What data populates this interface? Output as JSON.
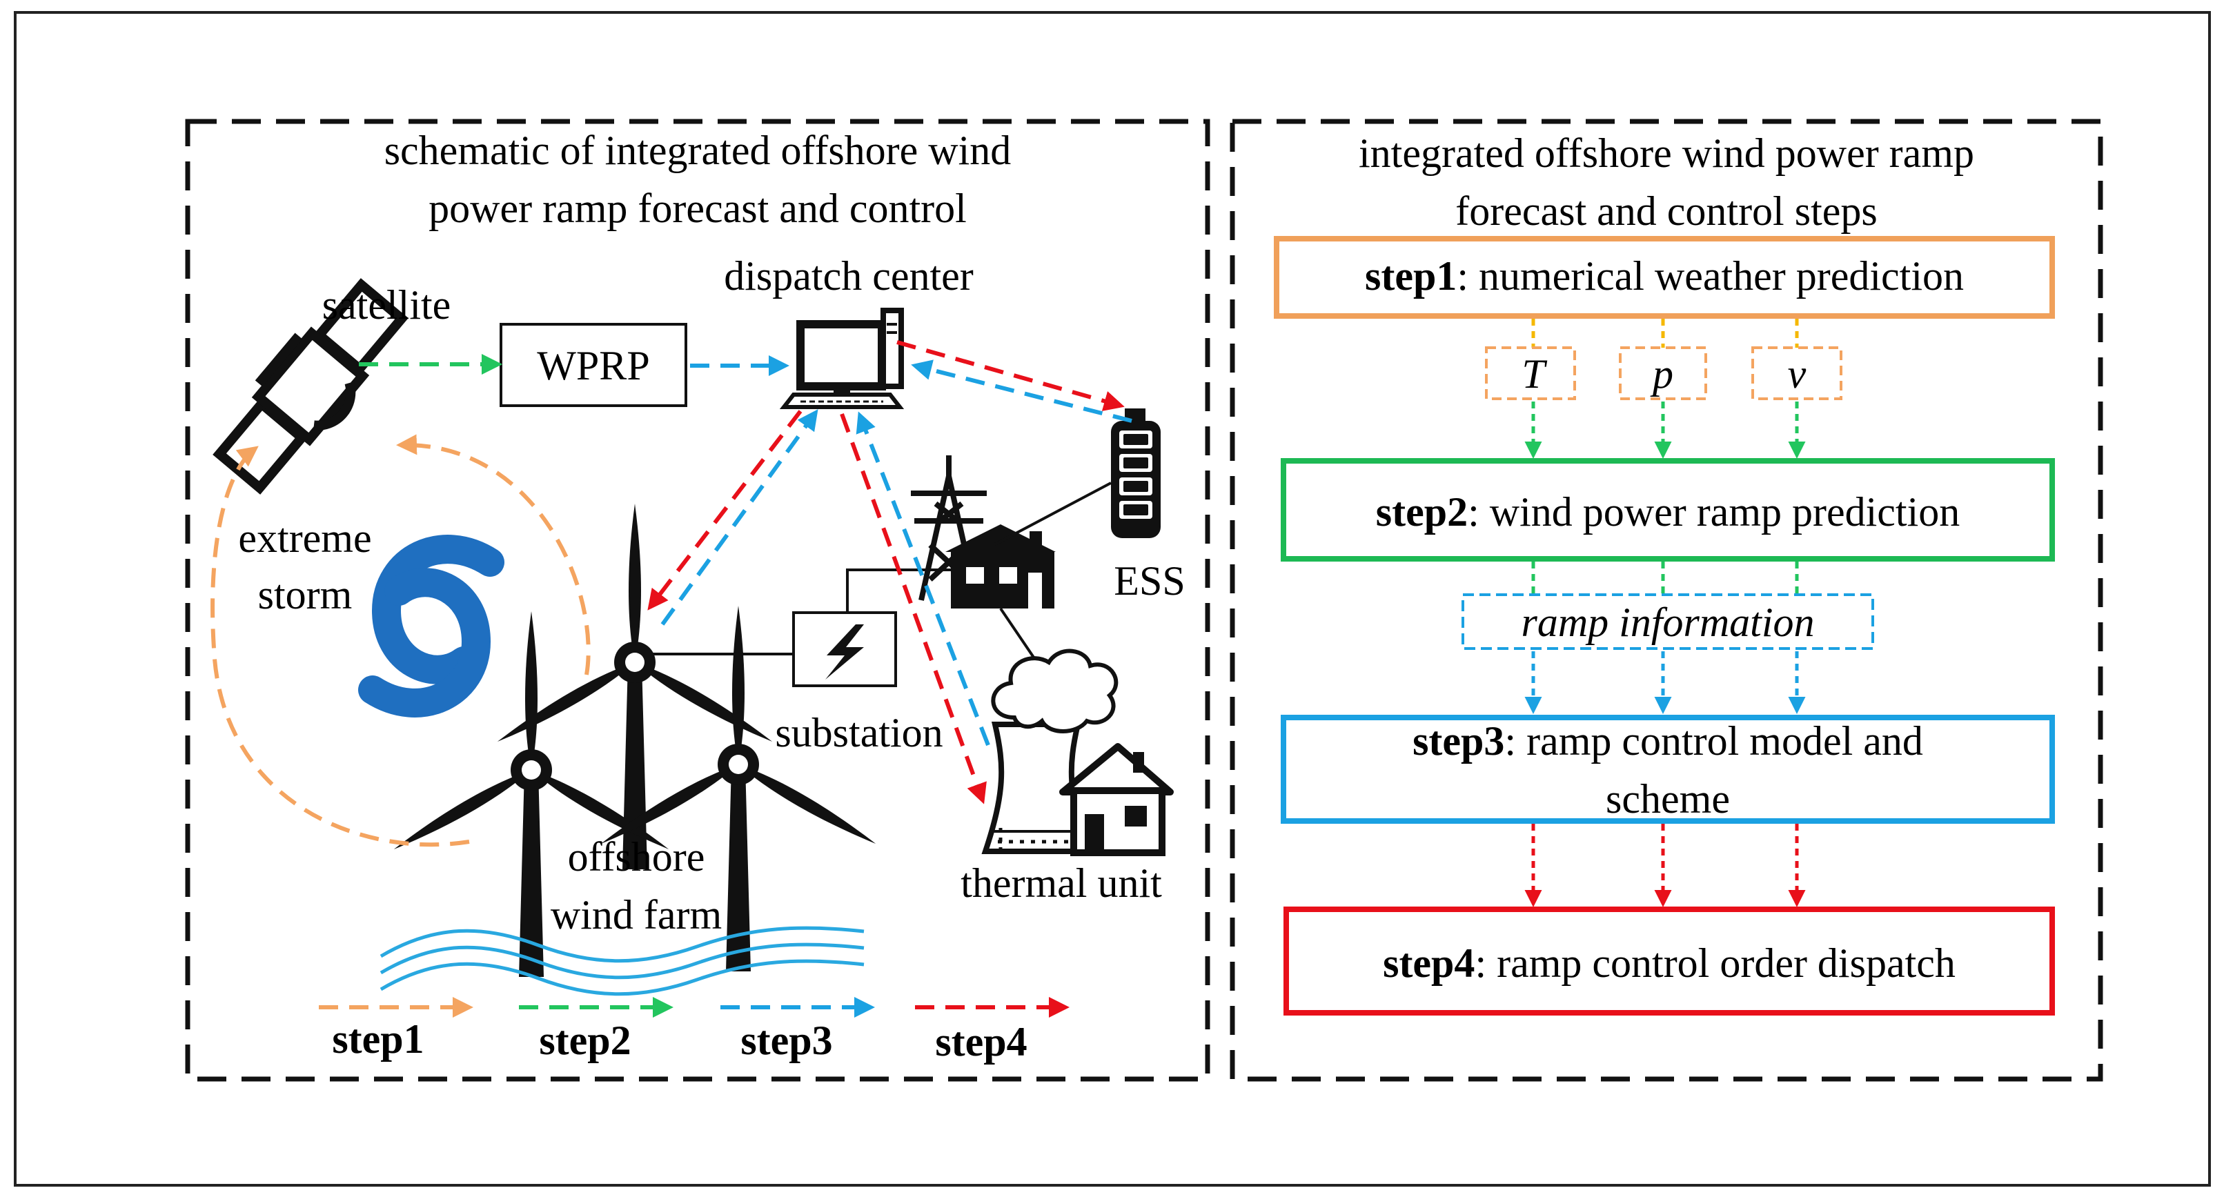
{
  "left_panel": {
    "title_line1": "schematic of integrated offshore wind",
    "title_line2": "power ramp forecast and control",
    "labels": {
      "satellite": "satellite",
      "wprp": "WPRP",
      "dispatch_center": "dispatch center",
      "ess": "ESS",
      "extreme_line1": "extreme",
      "extreme_line2": "storm",
      "substation": "substation",
      "offshore_line1": "offshore",
      "offshore_line2": "wind farm",
      "thermal_unit": "thermal unit"
    },
    "legend": [
      {
        "label": "step1",
        "color": "#f4a460"
      },
      {
        "label": "step2",
        "color": "#22c55e"
      },
      {
        "label": "step3",
        "color": "#1ba1e2"
      },
      {
        "label": "step4",
        "color": "#e8101a"
      }
    ]
  },
  "right_panel": {
    "title_line1": "integrated offshore wind power ramp",
    "title_line2": "forecast and control steps",
    "step1": {
      "bold": "step1",
      "text": ": numerical weather prediction",
      "color": "#f0a05a"
    },
    "variables": [
      "T",
      "p",
      "v"
    ],
    "step2": {
      "bold": "step2",
      "text": ": wind power ramp prediction",
      "color": "#1db954"
    },
    "ramp_info": "ramp information",
    "step3": {
      "bold": "step3",
      "text_line1": ": ramp control model and",
      "text_line2": "scheme",
      "color": "#1ba1e2"
    },
    "step4": {
      "bold": "step4",
      "text": ": ramp control order dispatch",
      "color": "#e8101a"
    }
  },
  "colors": {
    "orange": "#f4a460",
    "green": "#22c55e",
    "blue": "#1ba1e2",
    "red": "#e8101a",
    "storm": "#1f6fc0",
    "wave": "#29a8e0"
  }
}
